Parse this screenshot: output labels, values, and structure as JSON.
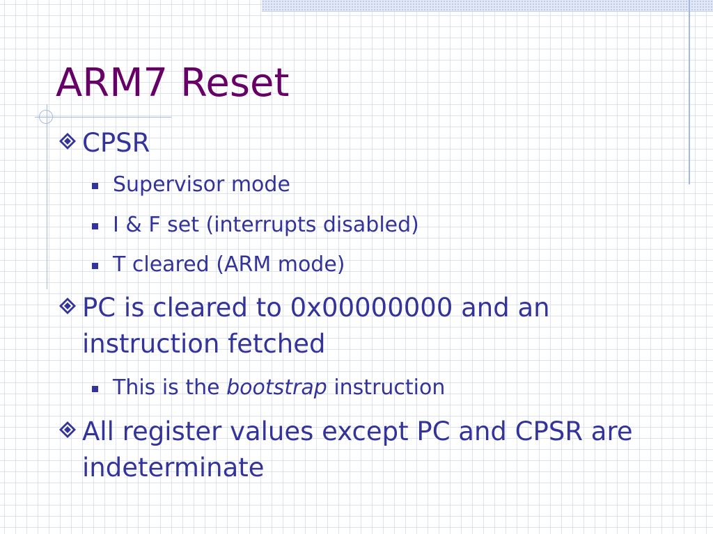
{
  "slide": {
    "title": "ARM7 Reset",
    "bullets": [
      {
        "text": "CPSR",
        "sub": [
          {
            "text": "Supervisor mode"
          },
          {
            "text": "I & F set (interrupts disabled)"
          },
          {
            "text": "T cleared (ARM mode)"
          }
        ]
      },
      {
        "text": "PC is cleared to 0x00000000 and an instruction fetched",
        "sub": [
          {
            "before": "This is the ",
            "emph": "bootstrap",
            "after": " instruction"
          }
        ]
      },
      {
        "text": "All register values except PC and CPSR are indeterminate",
        "sub": []
      }
    ]
  },
  "icons": {
    "level1_bullet": "diamond-bullet-icon",
    "level2_bullet": "square-bullet-icon"
  },
  "colors": {
    "title": "#660066",
    "body_text": "#333399",
    "grid": "#dde3ef",
    "accent_rule": "#a7b8de"
  }
}
